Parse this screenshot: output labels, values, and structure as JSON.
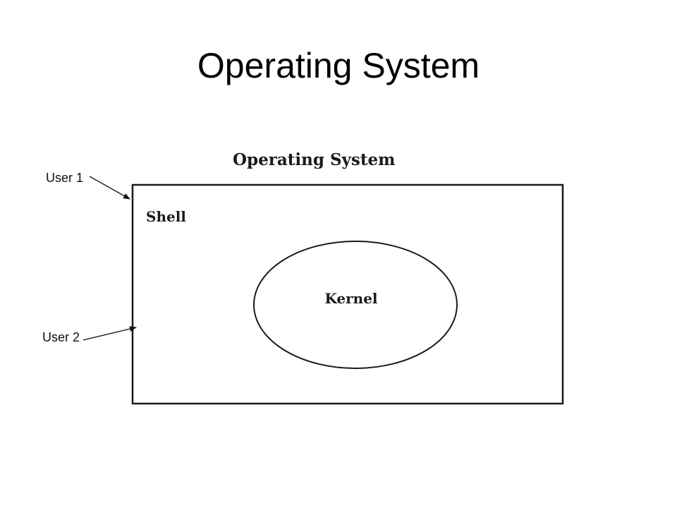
{
  "slide": {
    "title": "Operating System"
  },
  "diagram": {
    "heading": "Operating System",
    "outer_label": "Shell",
    "inner_label": "Kernel",
    "users": [
      {
        "label": "User 1"
      },
      {
        "label": "User 2"
      }
    ]
  }
}
